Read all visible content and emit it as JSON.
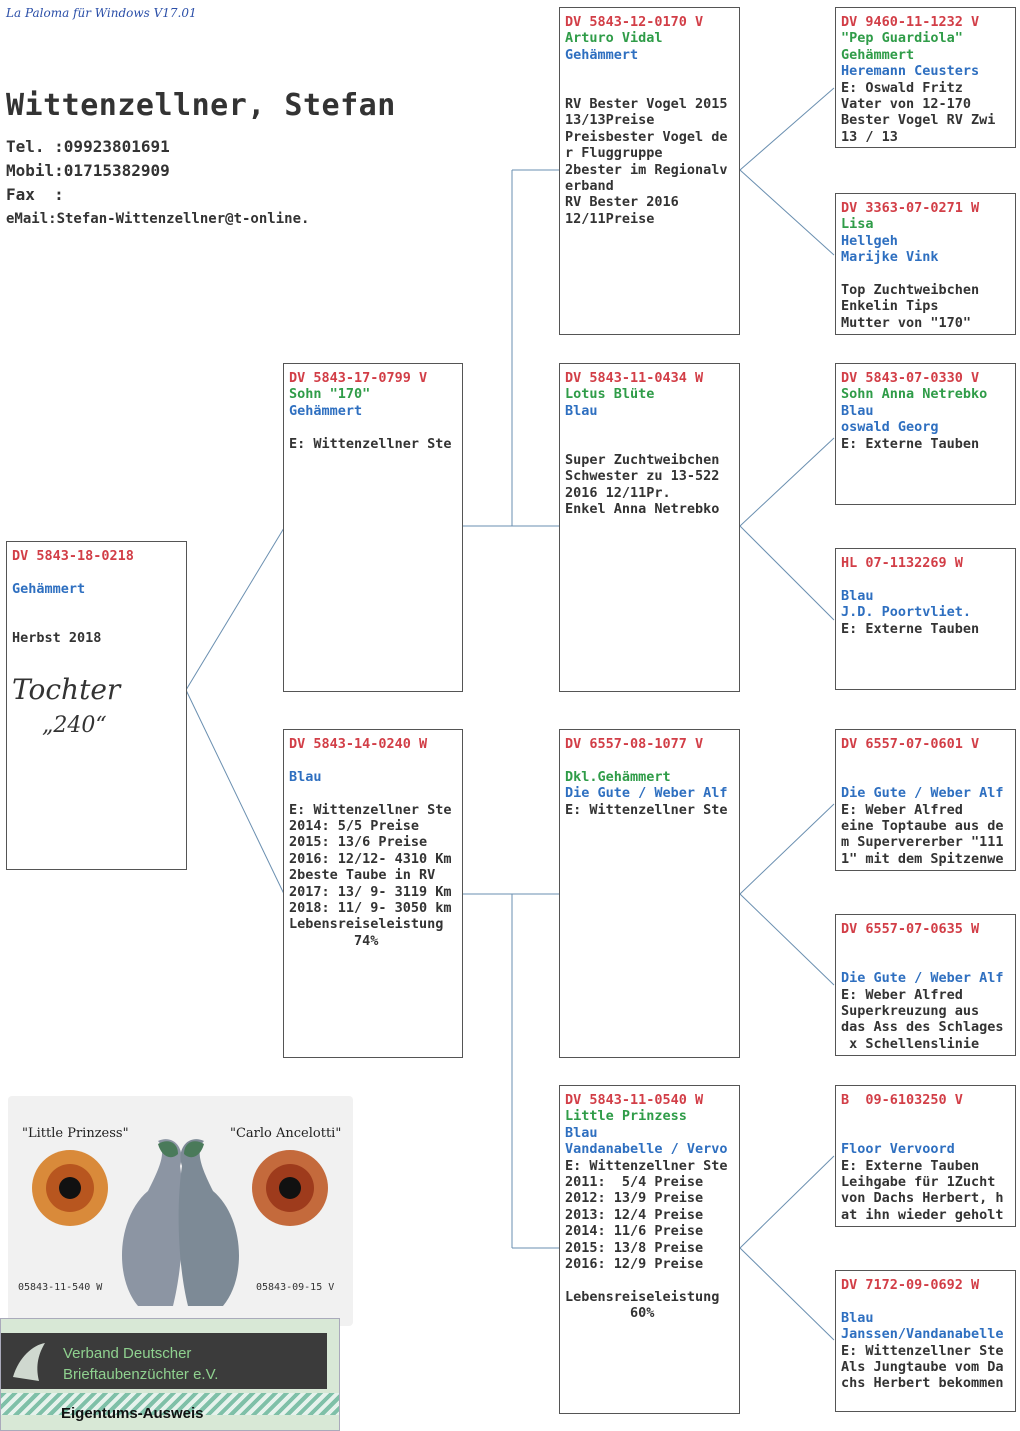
{
  "software": "La Paloma für Windows V17.01",
  "owner": {
    "name": "Wittenzellner, Stefan",
    "tel": "Tel. :09923801691",
    "mobil": "Mobil:01715382909",
    "fax": "Fax  :",
    "email": "eMail:Stefan-Wittenzellner@t-online."
  },
  "subject": {
    "ring": "DV 5843-18-0218",
    "color": "Gehämmert",
    "note": "Herbst 2018",
    "handwriting_1": "Tochter",
    "handwriting_2": "„240“"
  },
  "father": {
    "ring": "DV 5843-17-0799 V",
    "name": "Sohn \"170\"",
    "color": "Gehämmert",
    "lines": [
      "E: Wittenzellner Ste"
    ]
  },
  "mother": {
    "ring": "DV 5843-14-0240 W",
    "color": "Blau",
    "lines": [
      "E: Wittenzellner Ste",
      "2014: 5/5 Preise",
      "2015: 13/6 Preise",
      "2016: 12/12- 4310 Km",
      "2beste Taube in RV",
      "2017: 13/ 9- 3119 Km",
      "2018: 11/ 9- 3050 km",
      "Lebensreiseleistung",
      "        74%"
    ]
  },
  "ff": {
    "ring": "DV 5843-12-0170 V",
    "name": "Arturo Vidal",
    "color": "Gehämmert",
    "lines": [
      "RV Bester Vogel 2015",
      "13/13Preise",
      "Preisbester Vogel de",
      "r Fluggruppe",
      "2bester im Regionalv",
      "erband",
      "RV Bester 2016",
      "12/11Preise"
    ]
  },
  "fm": {
    "ring": "DV 5843-11-0434 W",
    "name": "Lotus Blüte",
    "color": "Blau",
    "lines": [
      "Super Zuchtweibchen",
      "Schwester zu 13-522",
      "2016 12/11Pr.",
      "Enkel Anna Netrebko"
    ]
  },
  "mf": {
    "ring": "DV 6557-08-1077 V",
    "color": "Dkl.Gehämmert",
    "breeder": "Die Gute / Weber Alf",
    "lines": [
      "E: Wittenzellner Ste"
    ]
  },
  "mm": {
    "ring": "DV 5843-11-0540 W",
    "name": "Little Prinzess",
    "color": "Blau",
    "breeder": "Vandanabelle / Vervo",
    "lines": [
      "E: Wittenzellner Ste",
      "2011:  5/4 Preise",
      "2012: 13/9 Preise",
      "2013: 12/4 Preise",
      "2014: 11/6 Preise",
      "2015: 13/8 Preise",
      "2016: 12/9 Preise"
    ],
    "lines2": [
      "Lebensreiseleistung",
      "        60%"
    ]
  },
  "fff": {
    "ring": "DV 9460-11-1232 V",
    "name": "\"Pep Guardiola\"",
    "color": "Gehämmert",
    "breeder": "Heremann Ceusters",
    "lines": [
      "E: Oswald Fritz",
      "Vater von 12-170",
      "Bester Vogel RV Zwi",
      "13 / 13"
    ]
  },
  "ffm": {
    "ring": "DV 3363-07-0271 W",
    "name": "Lisa",
    "color": "Hellgeh",
    "breeder": "Marijke Vink",
    "lines": [
      "Top Zuchtweibchen",
      "Enkelin Tips",
      "Mutter von \"170\""
    ]
  },
  "fmf": {
    "ring": "DV 5843-07-0330 V",
    "name": "Sohn Anna Netrebko",
    "color": "Blau",
    "breeder": "oswald Georg",
    "lines": [
      "E: Externe Tauben"
    ]
  },
  "fmm": {
    "ring": "HL 07-1132269 W",
    "color": "Blau",
    "breeder": "J.D. Poortvliet.",
    "lines": [
      "E: Externe Tauben"
    ]
  },
  "mff": {
    "ring": "DV 6557-07-0601 V",
    "breeder": "Die Gute / Weber Alf",
    "lines": [
      "E: Weber Alfred",
      "eine Toptaube aus de",
      "m Supervererber \"111",
      "1\" mit dem Spitzenwe"
    ]
  },
  "mfm": {
    "ring": "DV 6557-07-0635 W",
    "breeder": "Die Gute / Weber Alf",
    "lines": [
      "E: Weber Alfred",
      "Superkreuzung aus",
      "das Ass des Schlages",
      " x Schellenslinie"
    ]
  },
  "mmf": {
    "ring": "B  09-6103250 V",
    "breeder": "Floor Vervoord",
    "lines": [
      "E: Externe Tauben",
      "Leihgabe für 1Zucht",
      "von Dachs Herbert, h",
      "at ihn wieder geholt"
    ]
  },
  "mmm": {
    "ring": "DV 7172-09-0692 W",
    "color": "Blau",
    "breeder": "Janssen/Vandanabelle",
    "lines": [
      "E: Wittenzellner Ste",
      "Als Jungtaube vom Da",
      "chs Herbert bekommen"
    ]
  },
  "photo": {
    "caption_left": "\"Little Prinzess\"",
    "caption_right": "\"Carlo Ancelotti\"",
    "ring_left": "05843-11-540 W",
    "ring_right": "05843-09-15 V"
  },
  "card": {
    "org_line1": "Verband Deutscher",
    "org_line2": "Brieftaubenzüchter e.V.",
    "doc_title": "Eigentums-Ausweis"
  },
  "colors": {
    "ring": "#d23e47",
    "name": "#2f9c48",
    "color_breeder": "#2e6fc0",
    "text": "#333333"
  }
}
